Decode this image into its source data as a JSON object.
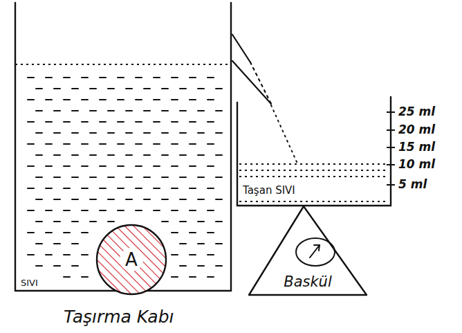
{
  "diagram": {
    "nodes": [
      {
        "text": [
          "A"
        ]
      },
      {
        "text": [
          "Baskül"
        ]
      }
    ],
    "labels": [
      "SIVI",
      "Taşırma Kabı",
      "Taşan SIVI",
      "25 ml",
      "20 ml",
      "15 ml",
      "10 ml",
      "5 ml"
    ]
  }
}
